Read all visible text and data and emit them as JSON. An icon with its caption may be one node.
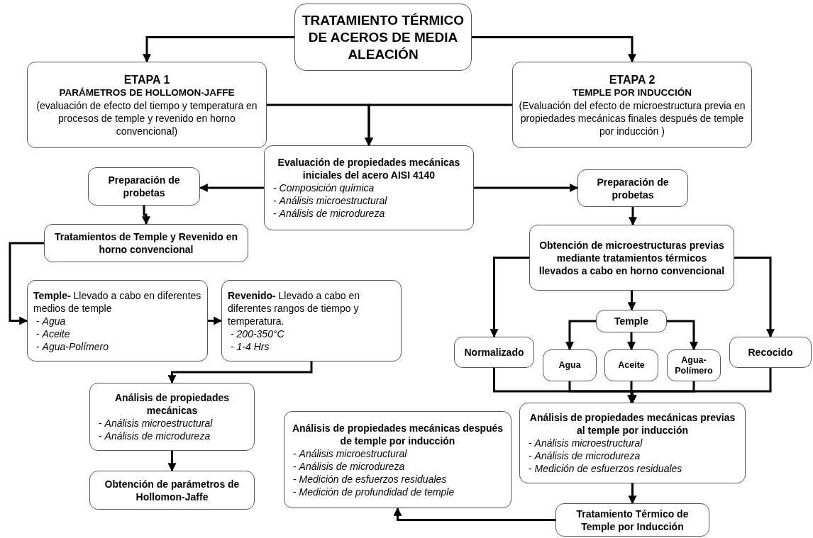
{
  "diagram": {
    "nodes": [
      {
        "text": [
          "TRATAMIENTO TÉRMICO DE ACEROS DE MEDIA ALEACIÓN"
        ]
      },
      {
        "text": [
          "ETAPA 1",
          "PARÁMETROS DE HOLLOMON-JAFFE",
          "(evaluación de efecto del tiempo y temperatura en procesos de temple y revenido en horno convencional)"
        ]
      },
      {
        "text": [
          "ETAPA 2",
          "TEMPLE POR INDUCCIÓN",
          "(Evaluación del efecto de microestructura previa en propiedades mecánicas finales después de temple por inducción )"
        ]
      },
      {
        "text": [
          "Evaluación de propiedades mecánicas iniciales del acero AISI 4140",
          "- *Composición química*",
          "- *Análisis microestructural*",
          "- *Análisis de microdureza*"
        ]
      },
      {
        "text": [
          "Preparación de probetas"
        ]
      },
      {
        "text": [
          "Preparación de probetas"
        ]
      },
      {
        "text": [
          "Tratamientos de Temple y Revenido en horno convencional"
        ]
      },
      {
        "text": [
          "**Temple-** Llevado a cabo en diferentes medios de temple",
          "- *Agua*",
          "- *Aceite*",
          "- *Agua-Polímero*"
        ]
      },
      {
        "text": [
          "**Revenido-** Llevado a cabo en diferentes rangos de tiempo y temperatura.",
          "- *200-350°C*",
          "- *1-4 Hrs*"
        ]
      },
      {
        "text": [
          "Análisis de propiedades mecánicas",
          "- *Análisis microestructural*",
          "- *Análisis de microdureza*"
        ]
      },
      {
        "text": [
          "Obtención de parámetros de Hollomon-Jaffe"
        ]
      },
      {
        "text": [
          "Obtención de microestructuras previas mediante tratamientos térmicos llevados a cabo en horno convencional"
        ]
      },
      {
        "text": [
          "Normalizado"
        ]
      },
      {
        "text": [
          "Temple"
        ]
      },
      {
        "text": [
          "Recocido"
        ]
      },
      {
        "text": [
          "Agua"
        ]
      },
      {
        "text": [
          "Aceite"
        ]
      },
      {
        "text": [
          "Agua-Polímero"
        ]
      },
      {
        "text": [
          "Análisis de propiedades mecánicas previas al temple por inducción",
          "- *Análisis microestructural*",
          "- *Análisis de microdureza*",
          "- *Medición de esfuerzos residuales*"
        ]
      },
      {
        "text": [
          "Tratamiento Térmico de Temple por Inducción"
        ]
      },
      {
        "text": [
          "Análisis de propiedades mecánicas después de temple por inducción",
          "- *Análisis microestructural*",
          "- *Análisis de microdureza*",
          "- *Medición de esfuerzos residuales*",
          "- *Medición de profundidad de temple*"
        ]
      }
    ],
    "edges": [
      {
        "from": 0,
        "to": 1,
        "arrow": "to"
      },
      {
        "from": 0,
        "to": 2,
        "arrow": "to"
      },
      {
        "from": 1,
        "to": 3,
        "arrow": "to"
      },
      {
        "from": 2,
        "to": 3,
        "arrow": "to"
      },
      {
        "from": 3,
        "to": 4,
        "arrow": "to"
      },
      {
        "from": 3,
        "to": 5,
        "arrow": "to"
      },
      {
        "from": 4,
        "to": 6,
        "arrow": "to"
      },
      {
        "from": 6,
        "to": 7,
        "arrow": "to"
      },
      {
        "from": 7,
        "to": 8,
        "arrow": "to"
      },
      {
        "from": 8,
        "to": 9,
        "arrow": "to"
      },
      {
        "from": 9,
        "to": 10,
        "arrow": "to"
      },
      {
        "from": 5,
        "to": 11,
        "arrow": "to"
      },
      {
        "from": 11,
        "to": 12,
        "arrow": "to"
      },
      {
        "from": 11,
        "to": 13,
        "arrow": "to"
      },
      {
        "from": 11,
        "to": 14,
        "arrow": "to"
      },
      {
        "from": 13,
        "to": 15,
        "arrow": "to"
      },
      {
        "from": 13,
        "to": 16,
        "arrow": "to"
      },
      {
        "from": 13,
        "to": 17,
        "arrow": "to"
      },
      {
        "from": 12,
        "to": 18,
        "arrow": "to"
      },
      {
        "from": 15,
        "to": 18,
        "arrow": "to"
      },
      {
        "from": 16,
        "to": 18,
        "arrow": "to"
      },
      {
        "from": 17,
        "to": 18,
        "arrow": "to"
      },
      {
        "from": 14,
        "to": 18,
        "arrow": "to"
      },
      {
        "from": 18,
        "to": 19,
        "arrow": "to"
      },
      {
        "from": 19,
        "to": 20,
        "arrow": "to"
      }
    ]
  }
}
